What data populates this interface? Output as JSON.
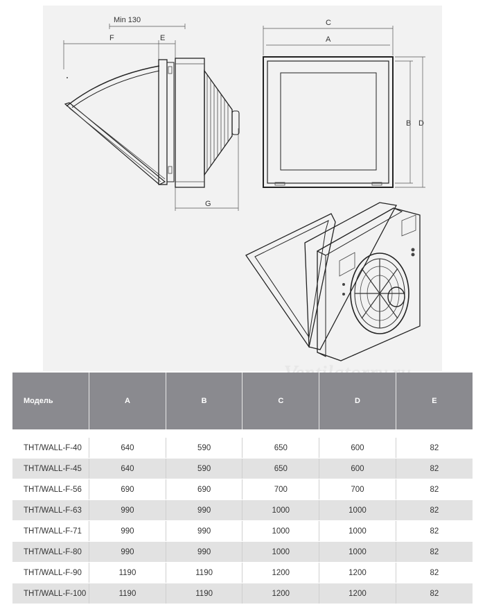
{
  "dimensions": {
    "min_label": "Min 130",
    "f": "F",
    "e": "E",
    "g": "G",
    "c": "C",
    "a": "A",
    "b": "B",
    "d": "D"
  },
  "watermark": "Ventilatorry.ru",
  "table": {
    "headers": [
      "Модель",
      "A",
      "B",
      "C",
      "D",
      "E"
    ],
    "rows": [
      [
        "THT/WALL-F-40",
        "640",
        "590",
        "650",
        "600",
        "82"
      ],
      [
        "THT/WALL-F-45",
        "640",
        "590",
        "650",
        "600",
        "82"
      ],
      [
        "THT/WALL-F-56",
        "690",
        "690",
        "700",
        "700",
        "82"
      ],
      [
        "THT/WALL-F-63",
        "990",
        "990",
        "1000",
        "1000",
        "82"
      ],
      [
        "THT/WALL-F-71",
        "990",
        "990",
        "1000",
        "1000",
        "82"
      ],
      [
        "THT/WALL-F-80",
        "990",
        "990",
        "1000",
        "1000",
        "82"
      ],
      [
        "THT/WALL-F-90",
        "1190",
        "1190",
        "1200",
        "1200",
        "82"
      ],
      [
        "THT/WALL-F-100",
        "1190",
        "1190",
        "1200",
        "1200",
        "82"
      ]
    ]
  }
}
